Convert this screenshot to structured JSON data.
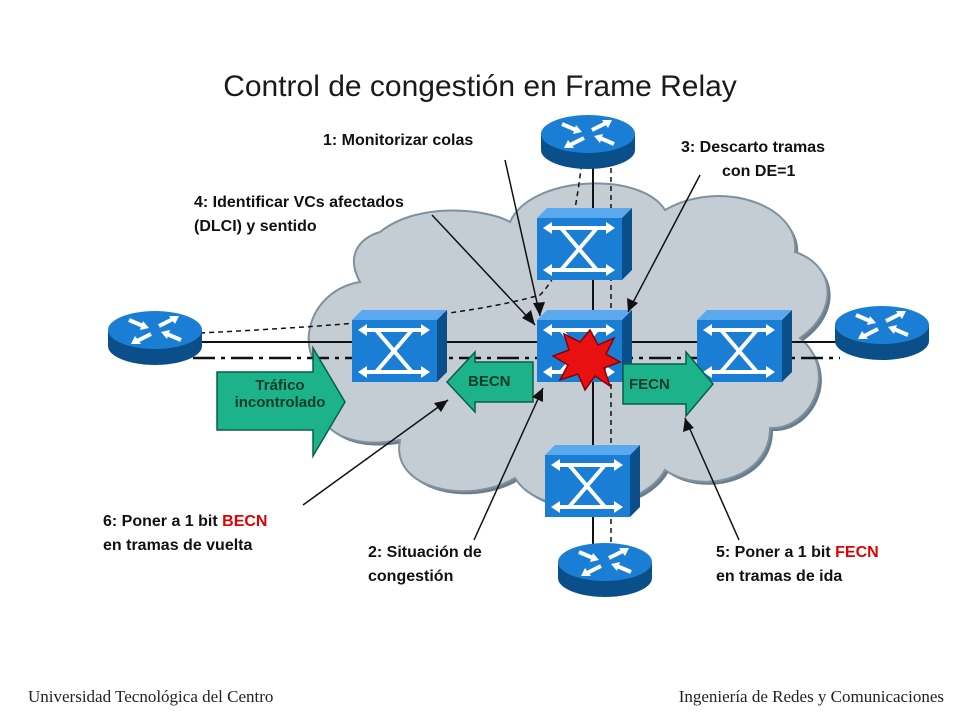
{
  "title": "Control de congestión en Frame Relay",
  "labels": {
    "step1": "1: Monitorizar colas",
    "step2_l1": "2: Situación de",
    "step2_l2": "congestión",
    "step3_l1": "3: Descarto tramas",
    "step3_l2": "con DE=1",
    "step4_l1": "4: Identificar VCs afectados",
    "step4_l2": "(DLCI) y sentido",
    "step5_pre": "5: Poner a 1 bit ",
    "step5_bit": "FECN",
    "step5_l2": "en tramas de ida",
    "step6_pre": "6: Poner a 1 bit ",
    "step6_bit": "BECN",
    "step6_l2": "en tramas de vuelta"
  },
  "arrows": {
    "traffic_l1": "Tráfico",
    "traffic_l2": "incontrolado",
    "becn": "BECN",
    "fecn": "FECN"
  },
  "footer": {
    "left": "Universidad Tecnológica del Centro",
    "right": "Ingeniería de Redes y Comunicaciones"
  },
  "colors": {
    "cloud": "#c5cdd4",
    "cloud_outline": "#6b7d8c",
    "device": "#1a7fd4",
    "arrow_fill": "#1db38a",
    "congestion": "#e81010",
    "highlight": "#e00000"
  },
  "icons": [
    "router-icon",
    "frame-relay-switch-icon",
    "congestion-burst-icon"
  ]
}
